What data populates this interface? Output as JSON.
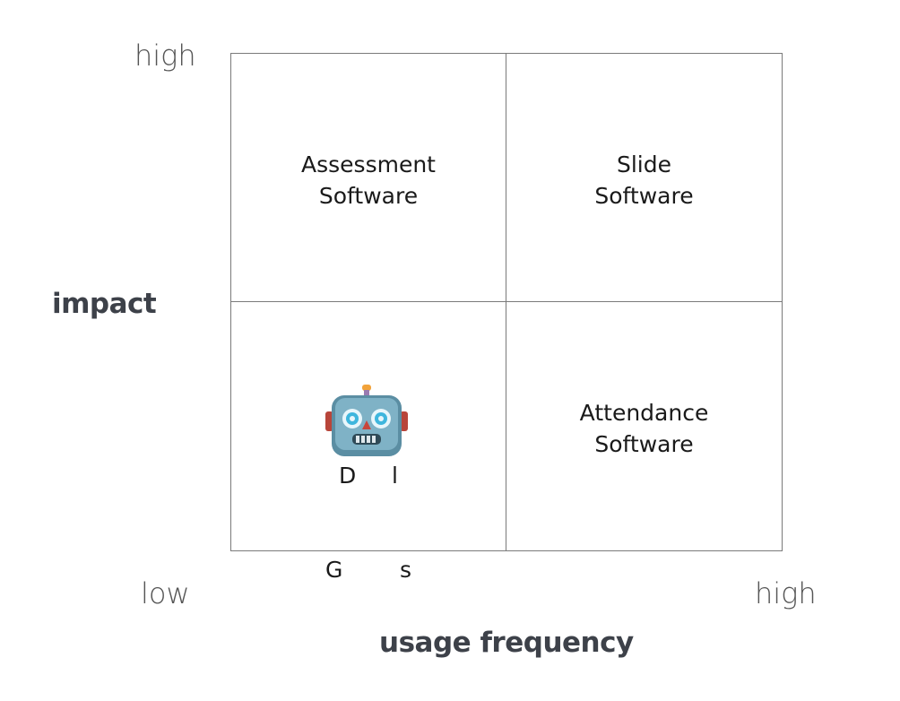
{
  "axes": {
    "y_title": "impact",
    "y_high": "high",
    "x_title": "usage frequency",
    "x_low": "low",
    "x_high": "high"
  },
  "quadrants": {
    "top_left": {
      "line1": "Assessment",
      "line2": "Software"
    },
    "top_right": {
      "line1": "Slide",
      "line2": "Software"
    },
    "bottom_left": {
      "line1": "D     l",
      "line2": "G        s",
      "icon": "robot-face-icon"
    },
    "bottom_right": {
      "line1": "Attendance",
      "line2": "Software"
    }
  },
  "colors": {
    "tick_text": "#555555",
    "axis_title": "#3d4149",
    "grid_line": "#7a7a7a",
    "robot_face": "#5b8ea3"
  }
}
